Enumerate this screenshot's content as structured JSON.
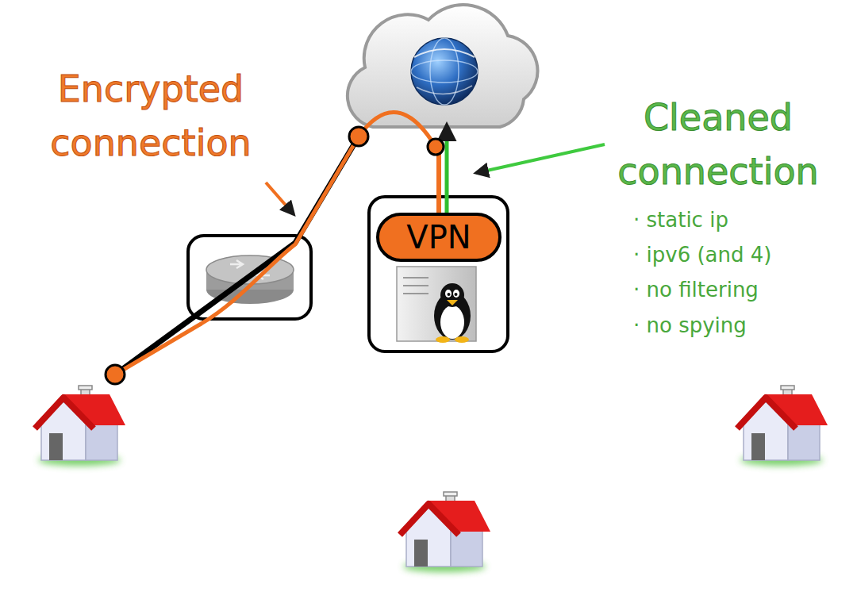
{
  "diagram": {
    "nodes": [
      {
        "text": [
          "VPN"
        ]
      }
    ],
    "labels": [
      "Encrypted connection",
      "Cleaned connection",
      "· static ip",
      "· ipv6 (and 4)",
      "· no filtering",
      "· no spying"
    ]
  }
}
